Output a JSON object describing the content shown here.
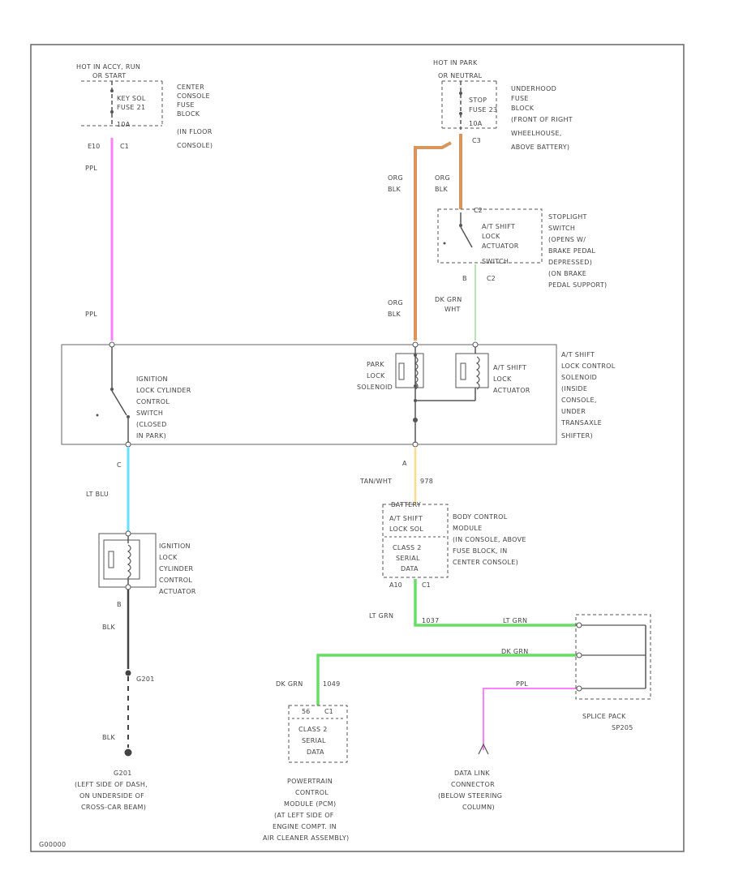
{
  "colors": {
    "pink": "#ff80ff",
    "orange": "#d9955a",
    "light_blue": "#66e0ff",
    "green": "#66dd66",
    "light_green": "#99dd99",
    "yellow": "#ffd890",
    "black_wire": "#444444",
    "line": "#555555"
  },
  "power": {
    "left_hot": [
      "HOT IN ACCY, RUN",
      "OR START"
    ],
    "left_fuse": [
      "KEY SOL",
      "FUSE 21",
      "10A"
    ],
    "left_block": [
      "CENTER",
      "CONSOLE",
      "FUSE",
      "BLOCK",
      "(IN FLOOR",
      "CONSOLE)"
    ],
    "right_hot": [
      "HOT IN PARK",
      "OR NEUTRAL"
    ],
    "right_fuse": [
      "STOP",
      "FUSE 23",
      "10A"
    ],
    "right_block": [
      "UNDERHOOD",
      "FUSE",
      "BLOCK",
      "(FRONT OF RIGHT",
      "WHEELHOUSE,",
      "ABOVE BATTERY)"
    ]
  },
  "pins": {
    "e10_c1": [
      "E10",
      "C1"
    ],
    "c3": "C3",
    "c2_top": "C2",
    "c2_bottom": "C2",
    "b": "B",
    "c": "C",
    "a": "A",
    "a10_c1": [
      "A10",
      "C1"
    ],
    "b_actuator": "B",
    "pcm_c1": [
      "56",
      "C1"
    ]
  },
  "wires": {
    "ppl_top": "PPL",
    "ppl_mid": "PPL",
    "org_blk_1": [
      "ORG",
      "BLK"
    ],
    "org_blk_2": [
      "ORG",
      "BLK"
    ],
    "org_blk_3": [
      "ORG",
      "BLK"
    ],
    "dk_grn_wht": [
      "DK GRN",
      "WHT"
    ],
    "lt_blu": "LT BLU",
    "blk_1": "BLK",
    "blk_2": "BLK",
    "tan_wht": [
      "TAN/WHT",
      "978"
    ],
    "lt_grn": "LT GRN",
    "lt_grn_circuit": "1037",
    "lt_grn_2": "LT GRN",
    "dk_grn": "DK GRN",
    "dk_grn_2": "DK GRN",
    "dk_grn_circuit": "1049",
    "ppl_splice": "PPL",
    "ground_circuit": "G201"
  },
  "components": {
    "stoplight_switch_inner": [
      "A/T SHIFT",
      "LOCK",
      "ACTUATOR",
      "SWITCH"
    ],
    "stoplight_switch_desc": [
      "STOPLIGHT",
      "SWITCH",
      "(OPENS W/",
      "BRAKE PEDAL",
      "DEPRESSED)",
      "(ON BRAKE",
      "PEDAL SUPPORT)"
    ],
    "ignition_switch": [
      "IGNITION",
      "LOCK CYLINDER",
      "CONTROL",
      "SWITCH",
      "(CLOSED",
      "IN PARK)"
    ],
    "park_lock_solenoid": [
      "PARK",
      "LOCK",
      "SOLENOID"
    ],
    "shift_lock_actuator": [
      "A/T SHIFT",
      "LOCK",
      "ACTUATOR"
    ],
    "control_module_desc": [
      "A/T SHIFT",
      "LOCK CONTROL",
      "SOLENOID",
      "(INSIDE",
      "CONSOLE,",
      "UNDER",
      "TRANSAXLE",
      "SHIFTER)"
    ],
    "bcm_inner_top": [
      "BATTERY",
      "A/T SHIFT",
      "LOCK SOL"
    ],
    "bcm_inner_bottom": [
      "CLASS 2",
      "SERIAL",
      "DATA"
    ],
    "bcm_desc": [
      "BODY CONTROL",
      "MODULE",
      "(IN CONSOLE, ABOVE",
      "FUSE BLOCK, IN",
      "CENTER CONSOLE)"
    ],
    "ign_actuator": [
      "IGNITION",
      "LOCK",
      "CYLINDER",
      "CONTROL",
      "ACTUATOR"
    ],
    "pcm_inner": [
      "CLASS 2",
      "SERIAL",
      "DATA"
    ],
    "pcm_desc": [
      "POWERTRAIN",
      "CONTROL",
      "MODULE (PCM)",
      "(AT LEFT SIDE OF",
      "ENGINE COMPT. IN",
      "AIR CLEANER ASSEMBLY)"
    ],
    "splice_pack": [
      "SPLICE PACK",
      "SP205"
    ],
    "data_link": [
      "DATA LINK",
      "CONNECTOR",
      "(BELOW STEERING",
      "COLUMN)"
    ],
    "ground_desc": [
      "G201",
      "(LEFT SIDE OF DASH,",
      "ON UNDERSIDE OF",
      "CROSS-CAR BEAM)"
    ]
  },
  "figure_id": "G00000"
}
